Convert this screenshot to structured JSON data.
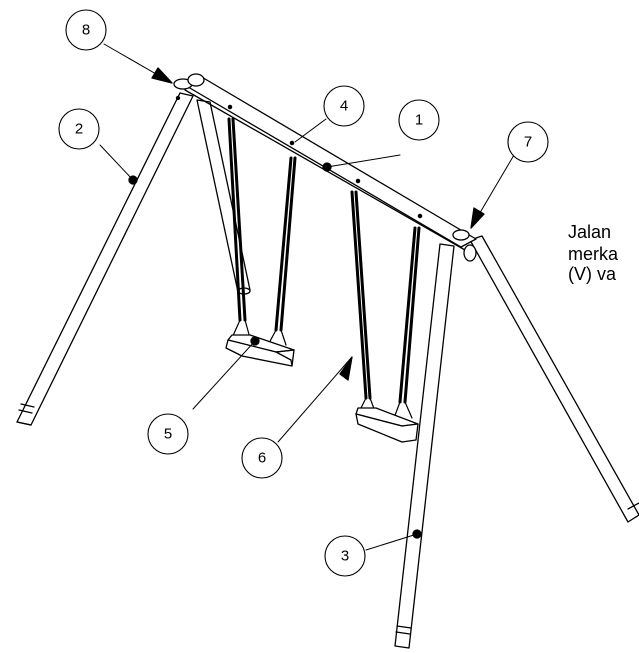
{
  "callouts": [
    {
      "id": "1",
      "part": "top-beam"
    },
    {
      "id": "2",
      "part": "left-rear-leg"
    },
    {
      "id": "3",
      "part": "right-front-leg"
    },
    {
      "id": "4",
      "part": "beam-hanger"
    },
    {
      "id": "5",
      "part": "swing-seat"
    },
    {
      "id": "6",
      "part": "swing-chain"
    },
    {
      "id": "7",
      "part": "right-end-cap"
    },
    {
      "id": "8",
      "part": "left-end-cap"
    }
  ],
  "side_text": {
    "line1": "Jalan",
    "line2": "merka",
    "line3": "(V) va"
  }
}
